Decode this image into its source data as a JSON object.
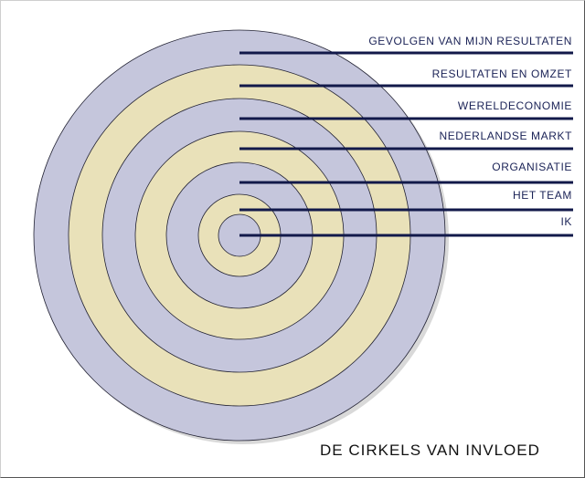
{
  "title": "DE CIRKELS VAN INVLOED",
  "colors": {
    "lavender": "#c5c6dc",
    "cream": "#e9e1b9",
    "stroke": "#222233",
    "line": "#12194a",
    "label": "#1a2256"
  },
  "rings": [
    {
      "label": "GEVOLGEN VAN MIJN RESULTATEN",
      "fill": "lavender"
    },
    {
      "label": "RESULTATEN EN OMZET",
      "fill": "cream"
    },
    {
      "label": "WERELDECONOMIE",
      "fill": "lavender"
    },
    {
      "label": "NEDERLANDSE MARKT",
      "fill": "cream"
    },
    {
      "label": "ORGANISATIE",
      "fill": "lavender"
    },
    {
      "label": "HET TEAM",
      "fill": "cream"
    },
    {
      "label": "IK",
      "fill": "lavender"
    }
  ]
}
